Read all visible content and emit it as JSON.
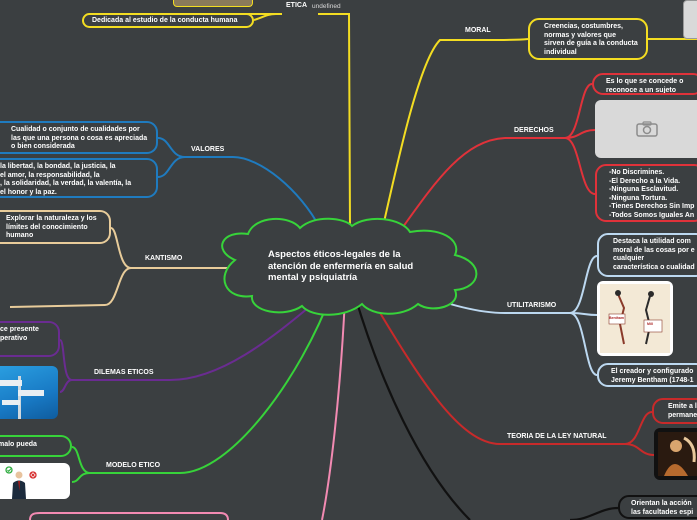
{
  "colors": {
    "background": "#3b3f41",
    "moral": "#f3dd22",
    "derechos": "#e0323a",
    "valores": "#1f7bbf",
    "kantismo": "#e8cc9a",
    "dilemas": "#6a2c91",
    "modelo": "#37d33a",
    "utilitarismo": "#bcd8f0",
    "ley_natural": "#c82a2a",
    "etica": "#f3dd22",
    "pink": "#f28ab2",
    "black": "#111111",
    "center": "#37d33a"
  },
  "central": {
    "title": "Aspectos éticos-legales de la atención de enfermería en salud mental y psiquiatría"
  },
  "etica": {
    "label": "ETICA",
    "undefined_text": "undefined",
    "definition": "Dedicada al estudio de la conducta humana"
  },
  "moral": {
    "label": "MORAL",
    "definition": "Creencias, costumbres, normas y valores que sirven de guía a la conducta individual"
  },
  "derechos": {
    "label": "DERECHOS",
    "definition": "Es lo que se concede o reconoce a un sujeto",
    "image_icon": "camera-icon",
    "list": [
      "-No Discrimines.",
      "-El Derecho a la Vida.",
      "-Ninguna Esclavitud.",
      "-Ninguna Tortura.",
      "-Tienes Derechos Sin Imp",
      "-Todos Somos Iguales An"
    ]
  },
  "valores": {
    "label": "VALORES",
    "definition": "Cualidad o conjunto de cualidades por las que una persona o cosa es apreciada o bien considerada",
    "examples": [
      "la libertad, la bondad, la justicia, la",
      " el amor, la responsabilidad, la",
      ", la solidaridad, la verdad, la valentía, la",
      "el honor y la paz."
    ]
  },
  "kantismo": {
    "label": "KANTISMO",
    "definition": "Explorar la naturaleza y los límites del conocimiento humano"
  },
  "dilemas": {
    "label": "DILEMAS ETICOS",
    "text_lines": [
      "ce presente",
      "perativo"
    ]
  },
  "modelo": {
    "label": "MODELO ETICO",
    "text": " malo  pueda"
  },
  "utilitarismo": {
    "label": "UTILITARISMO",
    "definition_lines": [
      "Destaca la utilidad com",
      "moral de las cosas por e",
      "cualquier",
      "característica o cualidad"
    ],
    "creator_lines": [
      "El creador y configurado",
      "Jeremy Bentham (1748-1"
    ],
    "image_caption_left": "Bentham",
    "image_caption_right": "Mill"
  },
  "ley_natural": {
    "label": "TEORIA DE LA LEY NATURAL",
    "text_lines": [
      "Emite a l",
      "permane"
    ]
  },
  "black_branch": {
    "text_lines": [
      "Orientan la acción",
      "las facultades espi"
    ]
  }
}
